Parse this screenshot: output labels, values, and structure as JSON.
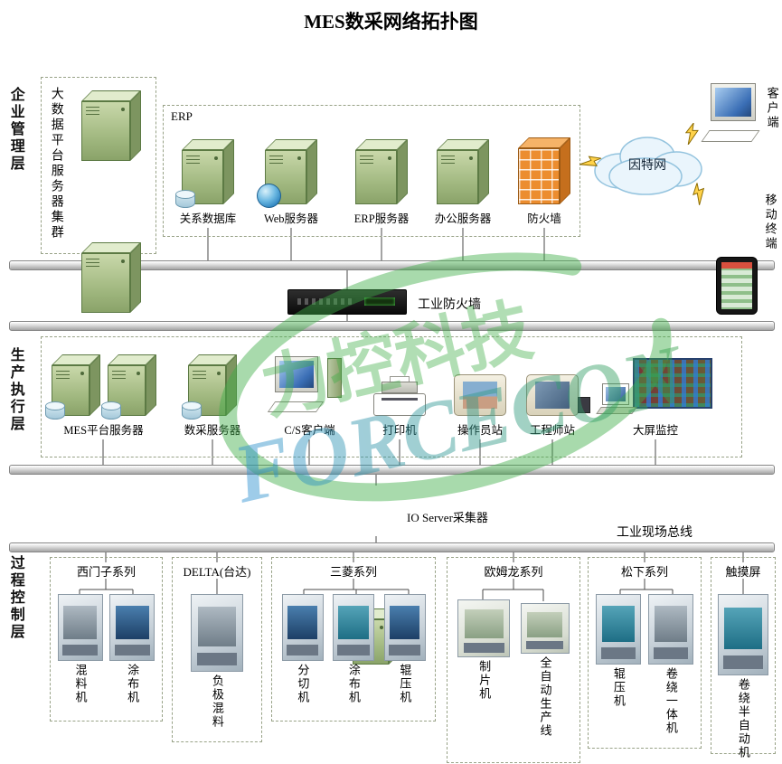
{
  "title": "MES数采网络拓扑图",
  "watermark": {
    "cn": "力控科技",
    "en": "FORCECON"
  },
  "layers": {
    "enterprise": "企业管理层",
    "execution": "生产执行层",
    "process": "过程控制层"
  },
  "enterprise": {
    "bigdata": "大数据平台服务器集群",
    "erp_box": "ERP",
    "nodes": [
      {
        "label": "关系数据库"
      },
      {
        "label": "Web服务器"
      },
      {
        "label": "ERP服务器"
      },
      {
        "label": "办公服务器"
      },
      {
        "label": "防火墙"
      }
    ],
    "internet": "因特网",
    "client": "客户端",
    "mobile": "移动终端"
  },
  "industrial_firewall": "工业防火墙",
  "execution_nodes": [
    {
      "label": "MES平台服务器"
    },
    {
      "label": "数采服务器"
    },
    {
      "label": "C/S客户端"
    },
    {
      "label": "打印机"
    },
    {
      "label": "操作员站"
    },
    {
      "label": "工程师站"
    },
    {
      "label": "大屏监控"
    }
  ],
  "io_server": "IO Server采集器",
  "fieldbus": "工业现场总线",
  "process_groups": [
    {
      "label": "西门子系列",
      "machines": [
        "混料机",
        "涂布机"
      ]
    },
    {
      "label": "DELTA(台达)",
      "machines": [
        "负极混料"
      ]
    },
    {
      "label": "三菱系列",
      "machines": [
        "分切机",
        "涂布机",
        "辊压机"
      ]
    },
    {
      "label": "欧姆龙系列",
      "machines": [
        "制片机",
        "全自动生产线"
      ]
    },
    {
      "label": "松下系列",
      "machines": [
        "辊压机",
        "卷绕一体机"
      ]
    },
    {
      "label": "触摸屏",
      "machines": [
        "卷绕半自动机"
      ]
    }
  ]
}
